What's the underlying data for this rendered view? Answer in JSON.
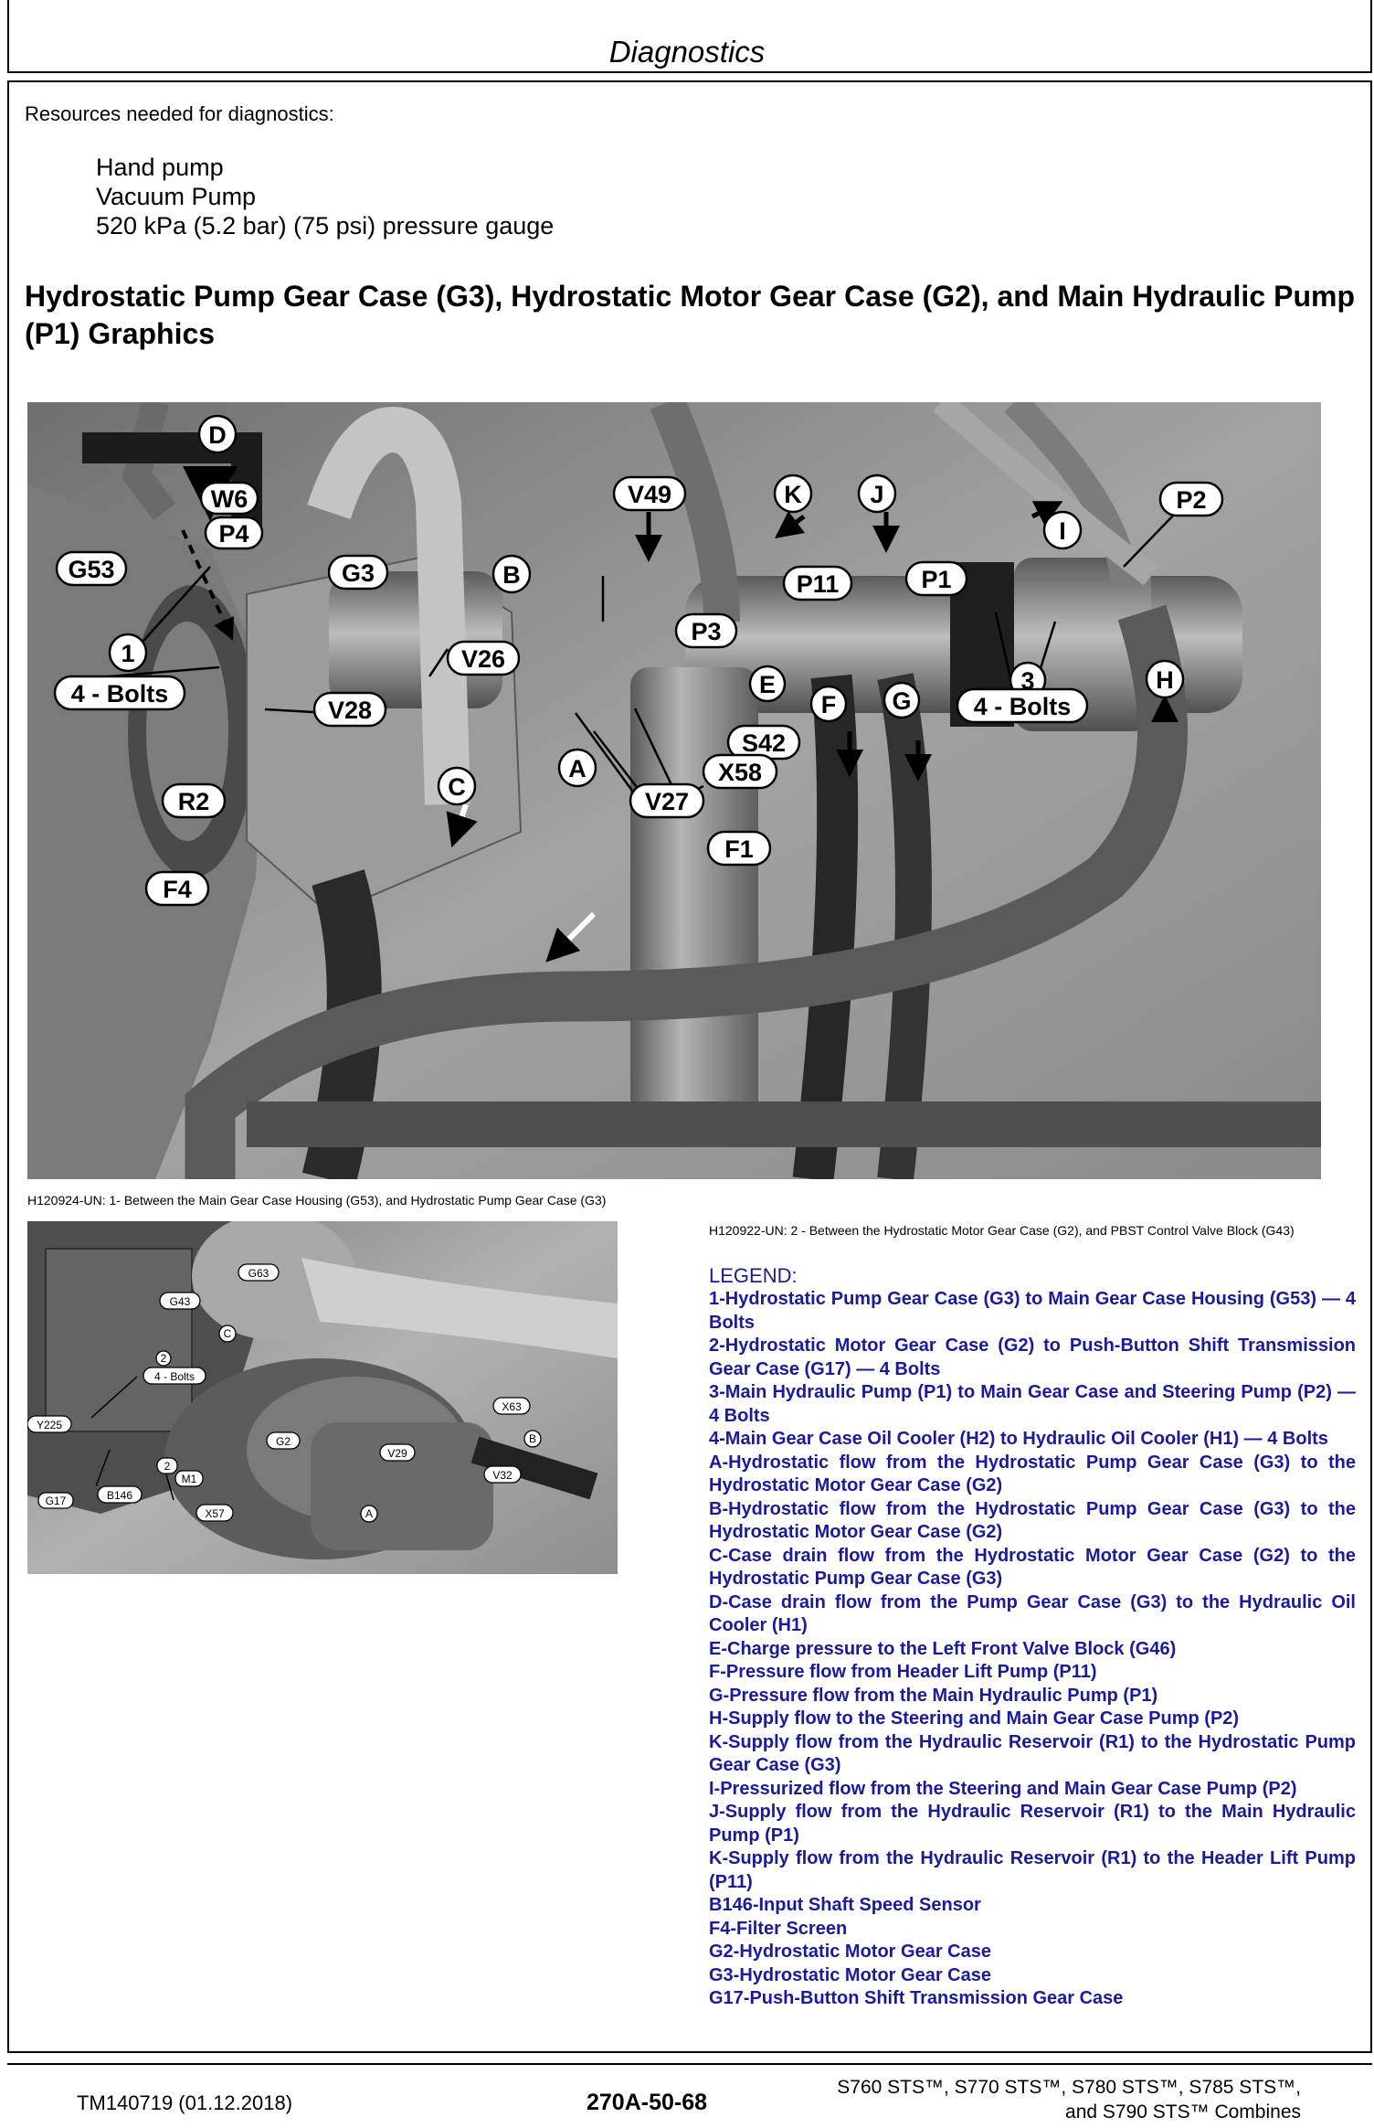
{
  "header": {
    "title": "Diagnostics"
  },
  "resources": {
    "intro": "Resources needed for diagnostics:",
    "items": [
      "Hand pump",
      "Vacuum Pump",
      "520 kPa (5.2 bar) (75 psi) pressure gauge"
    ]
  },
  "section": {
    "title": "Hydrostatic Pump Gear Case (G3), Hydrostatic Motor Gear Case (G2), and Main Hydraulic Pump (P1) Graphics"
  },
  "figure1": {
    "caption": "H120924-UN: 1- Between the Main Gear Case Housing (G53), and Hydrostatic Pump Gear Case (G3)",
    "labels": {
      "D": "D",
      "W6": "W6",
      "P4": "P4",
      "G53": "G53",
      "G3": "G3",
      "B": "B",
      "V49": "V49",
      "K": "K",
      "J": "J",
      "P2": "P2",
      "I": "I",
      "P11": "P11",
      "P1": "P1",
      "P3": "P3",
      "V26": "V26",
      "n1": "1",
      "bolts1": "4 - Bolts",
      "V28": "V28",
      "E": "E",
      "F": "F",
      "G": "G",
      "n3": "3",
      "bolts3": "4 - Bolts",
      "H": "H",
      "S42": "S42",
      "X58": "X58",
      "A": "A",
      "C": "C",
      "V27": "V27",
      "R2": "R2",
      "F1": "F1",
      "F4": "F4"
    }
  },
  "figure2": {
    "caption": "H120922-UN: 2 - Between the Hydrostatic Motor Gear Case (G2), and PBST Control Valve Block (G43)",
    "labels": {
      "G63": "G63",
      "G43": "G43",
      "C": "C",
      "n2": "2",
      "bolts": "4 - Bolts",
      "X63": "X63",
      "Y225": "Y225",
      "G2": "G2",
      "B": "B",
      "V29": "V29",
      "n2b": "2",
      "M1": "M1",
      "V32": "V32",
      "G17": "G17",
      "B146": "B146",
      "X57": "X57",
      "A": "A"
    }
  },
  "legend": {
    "title": "LEGEND:",
    "items": [
      "1-Hydrostatic Pump Gear Case (G3) to Main Gear Case Housing (G53) — 4 Bolts",
      "2-Hydrostatic Motor Gear Case (G2) to Push-Button Shift Transmission Gear Case (G17) — 4 Bolts",
      "3-Main Hydraulic Pump (P1) to Main Gear Case and Steering Pump (P2) — 4 Bolts",
      "4-Main Gear Case Oil Cooler (H2) to Hydraulic Oil Cooler (H1) — 4 Bolts",
      "A-Hydrostatic flow from the Hydrostatic Pump Gear Case (G3) to the Hydrostatic Motor Gear Case (G2)",
      "B-Hydrostatic flow from the Hydrostatic Pump Gear Case (G3) to the Hydrostatic Motor Gear Case (G2)",
      "C-Case drain flow from the Hydrostatic Motor Gear Case (G2) to the Hydrostatic Pump Gear Case (G3)",
      "D-Case drain flow from the Pump Gear Case (G3) to the Hydraulic Oil Cooler (H1)",
      "E-Charge pressure to the Left Front Valve Block (G46)",
      "F-Pressure flow from Header Lift Pump (P11)",
      "G-Pressure flow from the Main Hydraulic Pump (P1)",
      "H-Supply flow to the Steering and Main Gear Case Pump (P2)",
      "K-Supply flow from the Hydraulic Reservoir (R1) to the Hydrostatic Pump Gear Case (G3)",
      "I-Pressurized flow from the Steering and Main Gear Case Pump (P2)",
      "J-Supply flow from the Hydraulic Reservoir (R1) to the Main Hydraulic Pump (P1)",
      "K-Supply flow from the Hydraulic Reservoir (R1) to the Header Lift Pump (P11)",
      "B146-Input Shaft Speed Sensor",
      "F4-Filter Screen",
      "G2-Hydrostatic Motor Gear Case",
      "G3-Hydrostatic Motor Gear Case",
      "G17-Push-Button Shift Transmission Gear Case"
    ]
  },
  "footer": {
    "left": "TM140719 (01.12.2018)",
    "center": "270A-50-68",
    "right_line1": "S760 STS™, S770 STS™, S780 STS™, S785 STS™,",
    "right_line2": "and S790 STS™ Combines"
  }
}
